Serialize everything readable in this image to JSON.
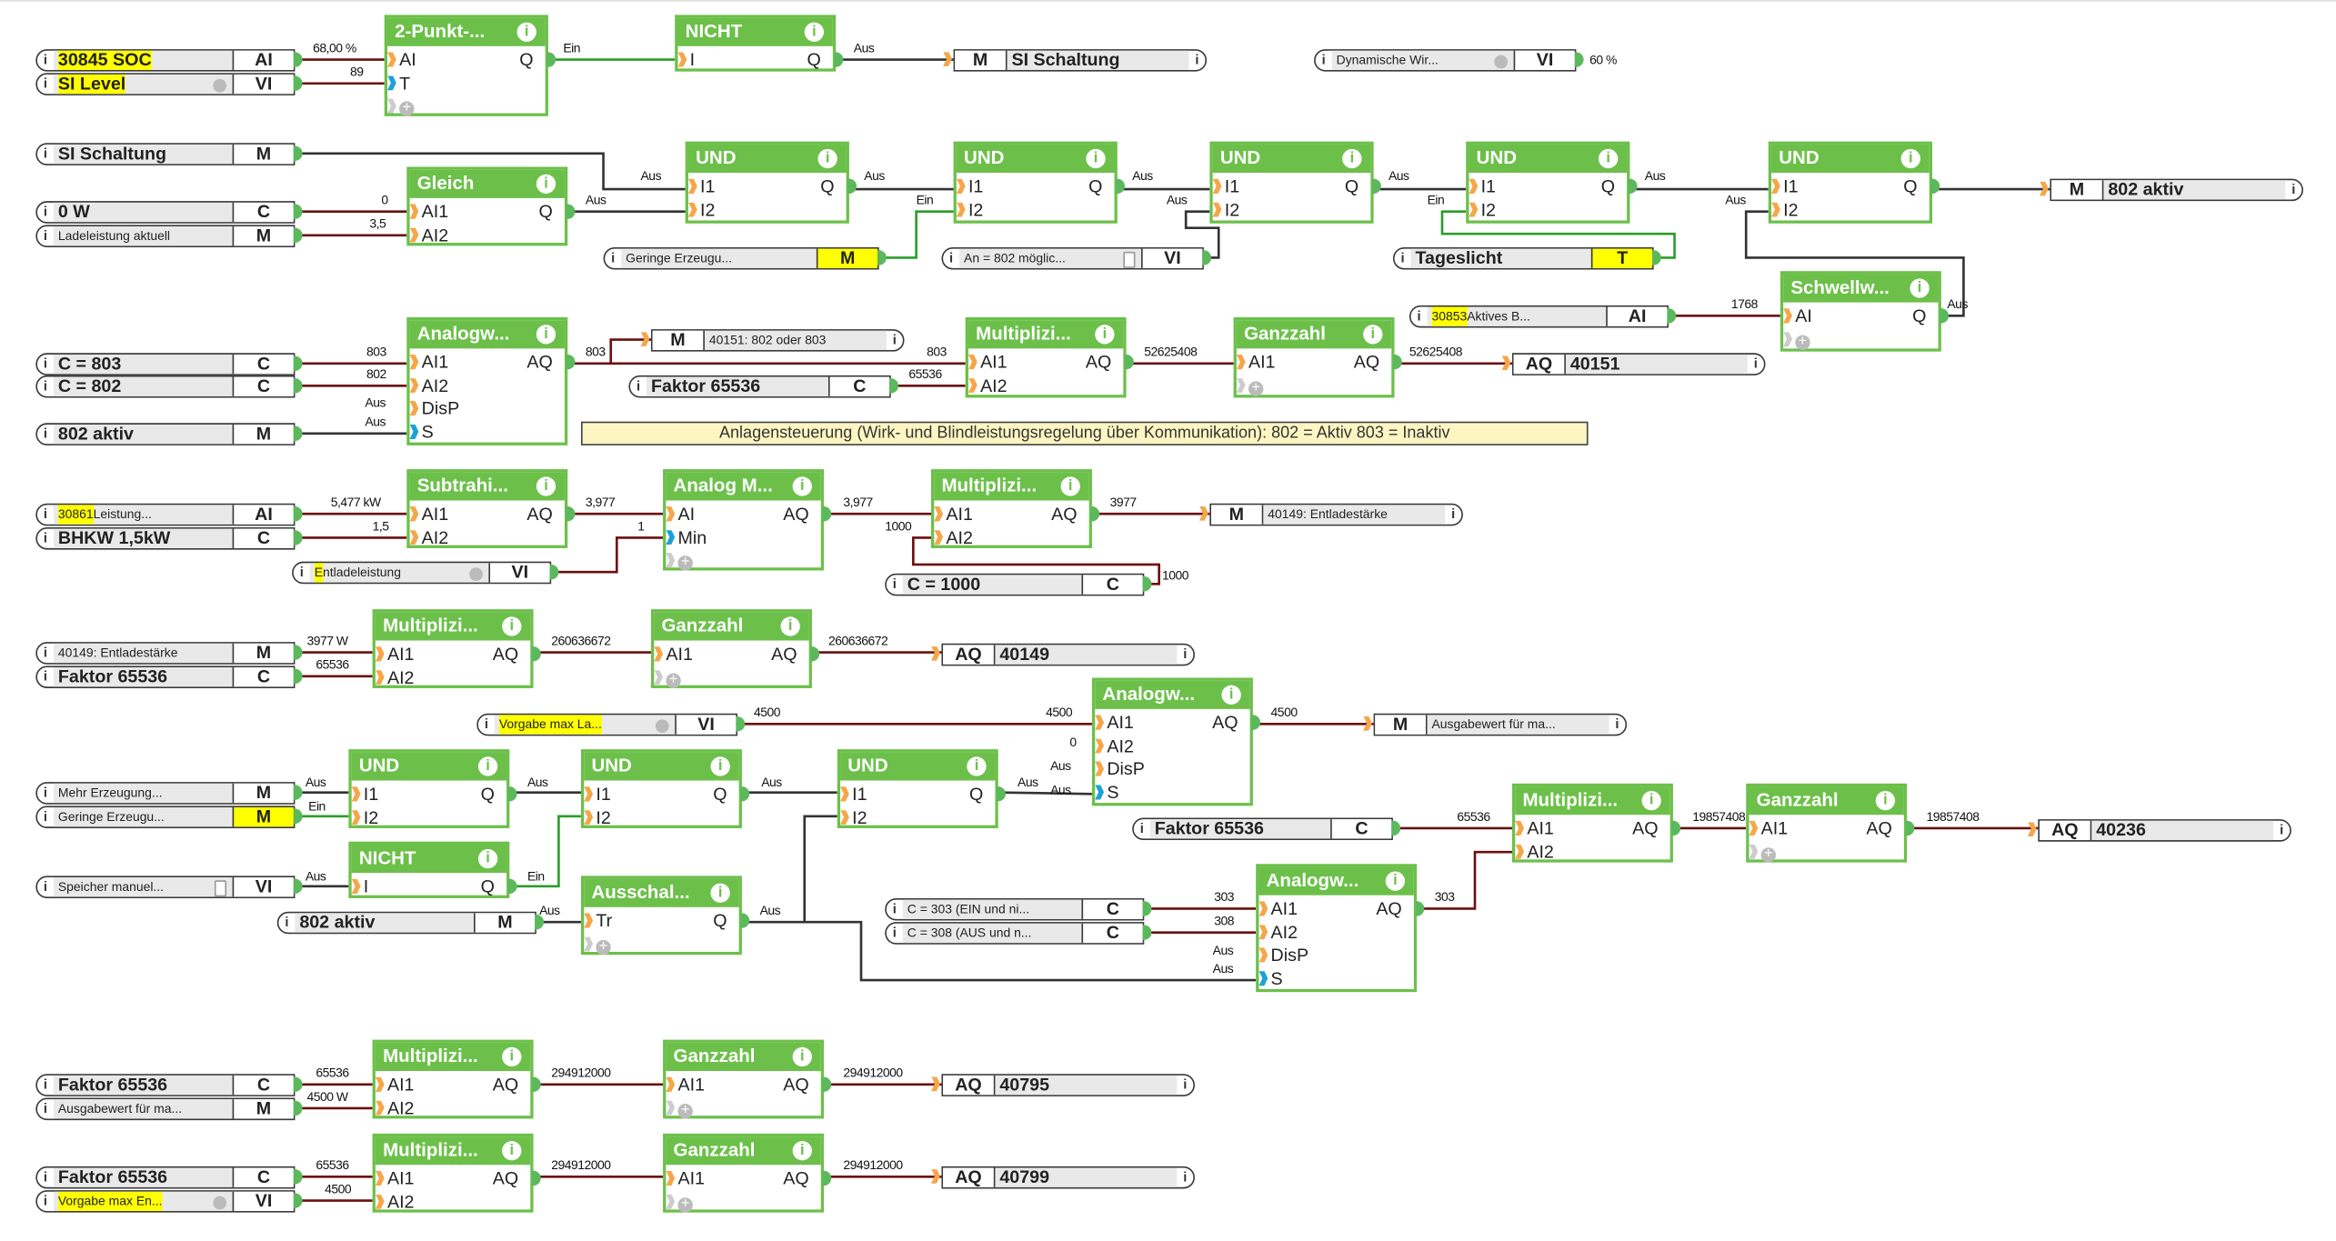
{
  "colors": {
    "block": "#6cc04a",
    "analog_wire": "#6b0f0f",
    "binary_wire": "#333333",
    "true_wire": "#2a9d2a",
    "highlight": "#ffff00"
  },
  "inputs": [
    {
      "hl": "30845 SOC",
      "text": "",
      "type": "AI"
    },
    {
      "hl": "SI Level",
      "text": "",
      "type": "VI",
      "icon": "more-icon"
    },
    {
      "hl": "",
      "text": "SI Schaltung",
      "type": "M"
    },
    {
      "hl": "",
      "text": "0 W",
      "type": "C"
    },
    {
      "hl": "",
      "text": "Ladeleistung aktuell",
      "type": "M"
    },
    {
      "hl": "",
      "text": "Geringe Erzeugu...",
      "type": "M",
      "type_hl": true
    },
    {
      "hl": "",
      "text": "An = 802 möglic...",
      "type": "VI",
      "icon": "toggle-icon"
    },
    {
      "hl": "",
      "text": "Tageslicht",
      "type": "T",
      "type_hl": true
    },
    {
      "hl": "",
      "text": "Dynamische Wir...",
      "type": "VI",
      "icon": "more-icon"
    },
    {
      "hl": "30853",
      "text": " Aktives B...",
      "type": "AI"
    },
    {
      "hl": "",
      "text": "C = 803",
      "type": "C"
    },
    {
      "hl": "",
      "text": "C = 802",
      "type": "C"
    },
    {
      "hl": "",
      "text": "802 aktiv",
      "type": "M"
    },
    {
      "hl": "",
      "text": "Faktor 65536",
      "type": "C"
    },
    {
      "hl": "30861",
      "text": " Leistung...",
      "type": "AI"
    },
    {
      "hl": "",
      "text": "BHKW 1,5kW",
      "type": "C"
    },
    {
      "hl": "E",
      "text": "ntladeleistung",
      "type": "VI",
      "icon": "more-icon"
    },
    {
      "hl": "",
      "text": "C = 1000",
      "type": "C"
    },
    {
      "hl": "",
      "text": "40149: Entladestärke",
      "type": "M"
    },
    {
      "hl": "",
      "text": "Faktor 65536",
      "type": "C"
    },
    {
      "hl": "Vorgabe max La...",
      "text": "",
      "type": "VI",
      "icon": "more-icon"
    },
    {
      "hl": "",
      "text": "Mehr Erzeugung...",
      "type": "M"
    },
    {
      "hl": "",
      "text": "Geringe Erzeugu...",
      "type": "M",
      "type_hl": true
    },
    {
      "hl": "",
      "text": "Speicher manuel...",
      "type": "VI",
      "icon": "toggle-icon"
    },
    {
      "hl": "",
      "text": "802 aktiv",
      "type": "M"
    },
    {
      "hl": "",
      "text": "Faktor 65536",
      "type": "C"
    },
    {
      "hl": "",
      "text": "C = 303 (EIN und ni...",
      "type": "C"
    },
    {
      "hl": "",
      "text": "C = 308 (AUS und n...",
      "type": "C"
    },
    {
      "hl": "",
      "text": "Faktor 65536",
      "type": "C"
    },
    {
      "hl": "",
      "text": "Ausgabewert für ma...",
      "type": "M"
    },
    {
      "hl": "",
      "text": "Faktor 65536",
      "type": "C"
    },
    {
      "hl": "Vorgabe max En...",
      "text": "",
      "type": "VI",
      "icon": "more-icon"
    }
  ],
  "outputs": [
    {
      "type": "M",
      "text": "SI Schaltung"
    },
    {
      "type": "M",
      "text": "802 aktiv"
    },
    {
      "type": "M",
      "text": "40151: 802 oder 803"
    },
    {
      "type": "AQ",
      "text": "40151"
    },
    {
      "type": "M",
      "text": "40149: Entladestärke"
    },
    {
      "type": "AQ",
      "text": "40149"
    },
    {
      "type": "M",
      "text": "Ausgabewert für ma..."
    },
    {
      "type": "AQ",
      "text": "40236"
    },
    {
      "type": "AQ",
      "text": "40795"
    },
    {
      "type": "AQ",
      "text": "40799"
    }
  ],
  "blocks": [
    {
      "title": "2-Punkt-...",
      "in": [
        "AI",
        "T",
        "+"
      ],
      "out": [
        "Q"
      ]
    },
    {
      "title": "NICHT",
      "in": [
        "I"
      ],
      "out": [
        "Q"
      ]
    },
    {
      "title": "Gleich",
      "in": [
        "AI1",
        "AI2"
      ],
      "out": [
        "Q"
      ]
    },
    {
      "title": "UND",
      "in": [
        "I1",
        "I2"
      ],
      "out": [
        "Q"
      ]
    },
    {
      "title": "UND",
      "in": [
        "I1",
        "I2"
      ],
      "out": [
        "Q"
      ]
    },
    {
      "title": "UND",
      "in": [
        "I1",
        "I2"
      ],
      "out": [
        "Q"
      ]
    },
    {
      "title": "UND",
      "in": [
        "I1",
        "I2"
      ],
      "out": [
        "Q"
      ]
    },
    {
      "title": "UND",
      "in": [
        "I1",
        "I2"
      ],
      "out": [
        "Q"
      ]
    },
    {
      "title": "Schwellw...",
      "in": [
        "AI",
        "+"
      ],
      "out": [
        "Q"
      ]
    },
    {
      "title": "Analogw...",
      "in": [
        "AI1",
        "AI2",
        "DisP",
        "S"
      ],
      "out": [
        "AQ"
      ]
    },
    {
      "title": "Multiplizi...",
      "in": [
        "AI1",
        "AI2"
      ],
      "out": [
        "AQ"
      ]
    },
    {
      "title": "Ganzzahl",
      "in": [
        "AI1",
        "+"
      ],
      "out": [
        "AQ"
      ]
    },
    {
      "title": "Subtrahi...",
      "in": [
        "AI1",
        "AI2"
      ],
      "out": [
        "AQ"
      ]
    },
    {
      "title": "Analog M...",
      "in": [
        "AI",
        "Min",
        "+"
      ],
      "out": [
        "AQ"
      ]
    },
    {
      "title": "Multiplizi...",
      "in": [
        "AI1",
        "AI2"
      ],
      "out": [
        "AQ"
      ]
    },
    {
      "title": "Multiplizi...",
      "in": [
        "AI1",
        "AI2"
      ],
      "out": [
        "AQ"
      ]
    },
    {
      "title": "Ganzzahl",
      "in": [
        "AI1",
        "+"
      ],
      "out": [
        "AQ"
      ]
    },
    {
      "title": "Analogw...",
      "in": [
        "AI1",
        "AI2",
        "DisP",
        "S"
      ],
      "out": [
        "AQ"
      ]
    },
    {
      "title": "UND",
      "in": [
        "I1",
        "I2"
      ],
      "out": [
        "Q"
      ]
    },
    {
      "title": "UND",
      "in": [
        "I1",
        "I2"
      ],
      "out": [
        "Q"
      ]
    },
    {
      "title": "UND",
      "in": [
        "I1",
        "I2"
      ],
      "out": [
        "Q"
      ]
    },
    {
      "title": "NICHT",
      "in": [
        "I"
      ],
      "out": [
        "Q"
      ]
    },
    {
      "title": "Ausschal...",
      "in": [
        "Tr",
        "+"
      ],
      "out": [
        "Q"
      ]
    },
    {
      "title": "Multiplizi...",
      "in": [
        "AI1",
        "AI2"
      ],
      "out": [
        "AQ"
      ]
    },
    {
      "title": "Ganzzahl",
      "in": [
        "AI1",
        "+"
      ],
      "out": [
        "AQ"
      ]
    },
    {
      "title": "Analogw...",
      "in": [
        "AI1",
        "AI2",
        "DisP",
        "S"
      ],
      "out": [
        "AQ"
      ]
    },
    {
      "title": "Multiplizi...",
      "in": [
        "AI1",
        "AI2"
      ],
      "out": [
        "AQ"
      ]
    },
    {
      "title": "Ganzzahl",
      "in": [
        "AI1",
        "+"
      ],
      "out": [
        "AQ"
      ]
    },
    {
      "title": "Multiplizi...",
      "in": [
        "AI1",
        "AI2"
      ],
      "out": [
        "AQ"
      ]
    },
    {
      "title": "Ganzzahl",
      "in": [
        "AI1",
        "+"
      ],
      "out": [
        "AQ"
      ]
    }
  ],
  "comment": "Anlagensteuerung (Wirk- und Blindleistungsregelung über Kommunikation):  802 = Aktiv 803 = Inaktiv",
  "info_glyph": "i",
  "wire_labels": [
    "68,00 %",
    "89",
    "Ein",
    "Aus",
    "60 %",
    "Aus",
    "0",
    "3,5",
    "Aus",
    "Aus",
    "Ein",
    "Aus",
    "Aus",
    "Aus",
    "Ein",
    "Aus",
    "Aus",
    "Aus",
    "1768",
    "803",
    "802",
    "Aus",
    "Aus",
    "803",
    "803",
    "65536",
    "52625408",
    "52625408",
    "5,477 kW",
    "1,5",
    "3,977",
    "1",
    "3,977",
    "1000",
    "3977",
    "1000",
    "3977 W",
    "65536",
    "260636672",
    "260636672",
    "4500",
    "4500",
    "0",
    "Aus",
    "Aus",
    "4500",
    "Aus",
    "Ein",
    "Aus",
    "Aus",
    "Aus",
    "Aus",
    "Ein",
    "Aus",
    "Aus",
    "303",
    "308",
    "Aus",
    "Aus",
    "303",
    "65536",
    "19857408",
    "19857408",
    "65536",
    "4500 W",
    "294912000",
    "294912000",
    "65536",
    "4500",
    "294912000",
    "294912000"
  ]
}
